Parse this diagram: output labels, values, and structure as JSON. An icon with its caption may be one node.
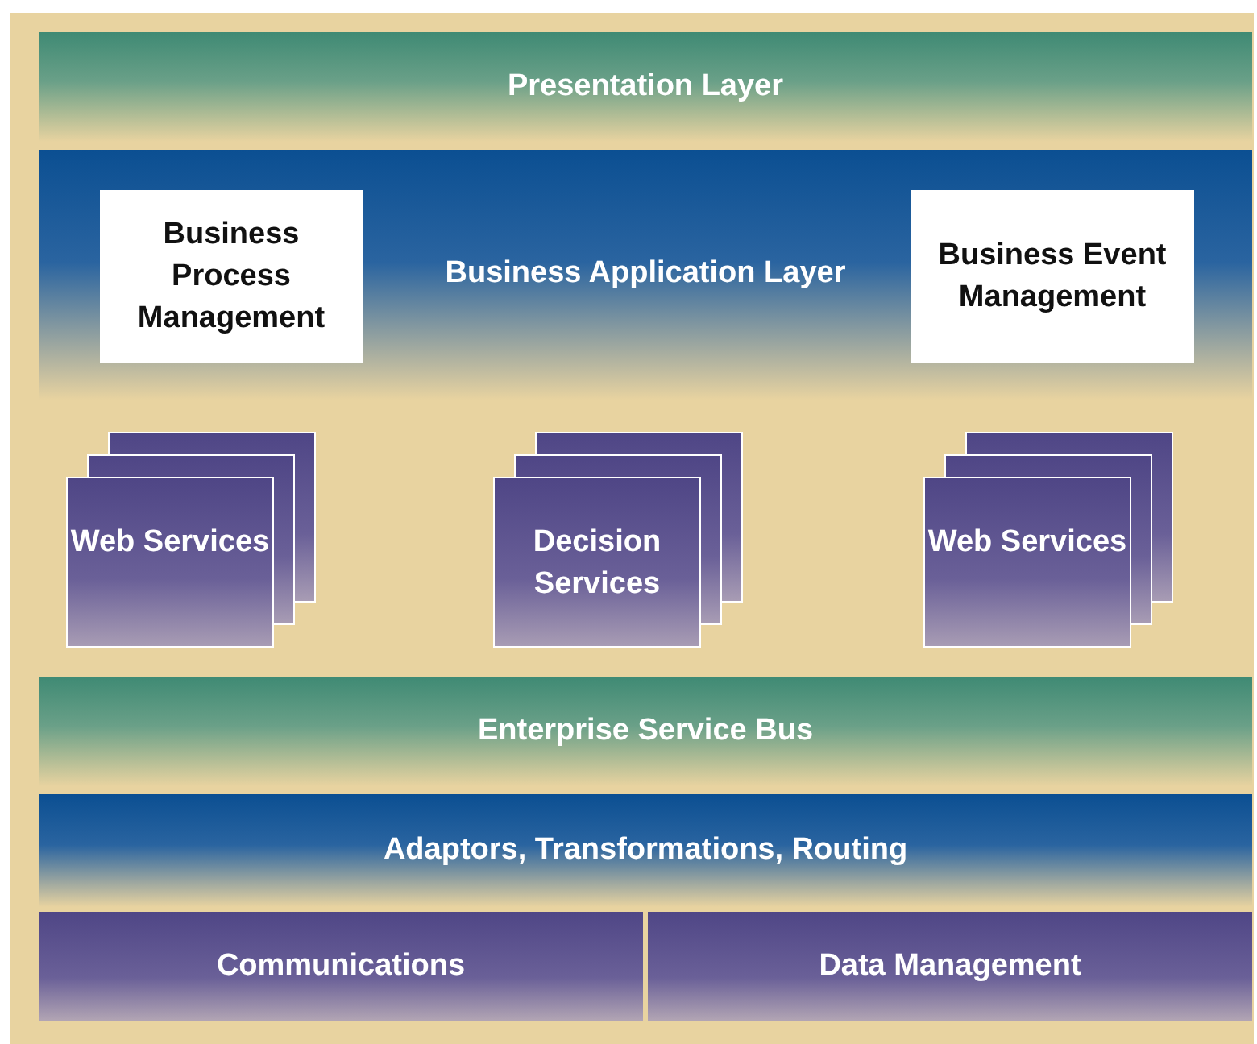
{
  "diagram": {
    "nodes": [
      {
        "text": [
          "Presentation Layer"
        ]
      },
      {
        "text": [
          "Business Application Layer"
        ]
      },
      {
        "text": [
          "Business Process Management"
        ],
        "in": 1
      },
      {
        "text": [
          "Business Event Management"
        ],
        "in": 1
      },
      {
        "text": [
          "Web Services"
        ]
      },
      {
        "text": [
          "Decision Services"
        ]
      },
      {
        "text": [
          "Web Services"
        ]
      },
      {
        "text": [
          "Enterprise Service Bus"
        ]
      },
      {
        "text": [
          "Adaptors, Transformations, Routing"
        ]
      },
      {
        "text": [
          "Communications"
        ]
      },
      {
        "text": [
          "Data Management"
        ]
      }
    ]
  }
}
